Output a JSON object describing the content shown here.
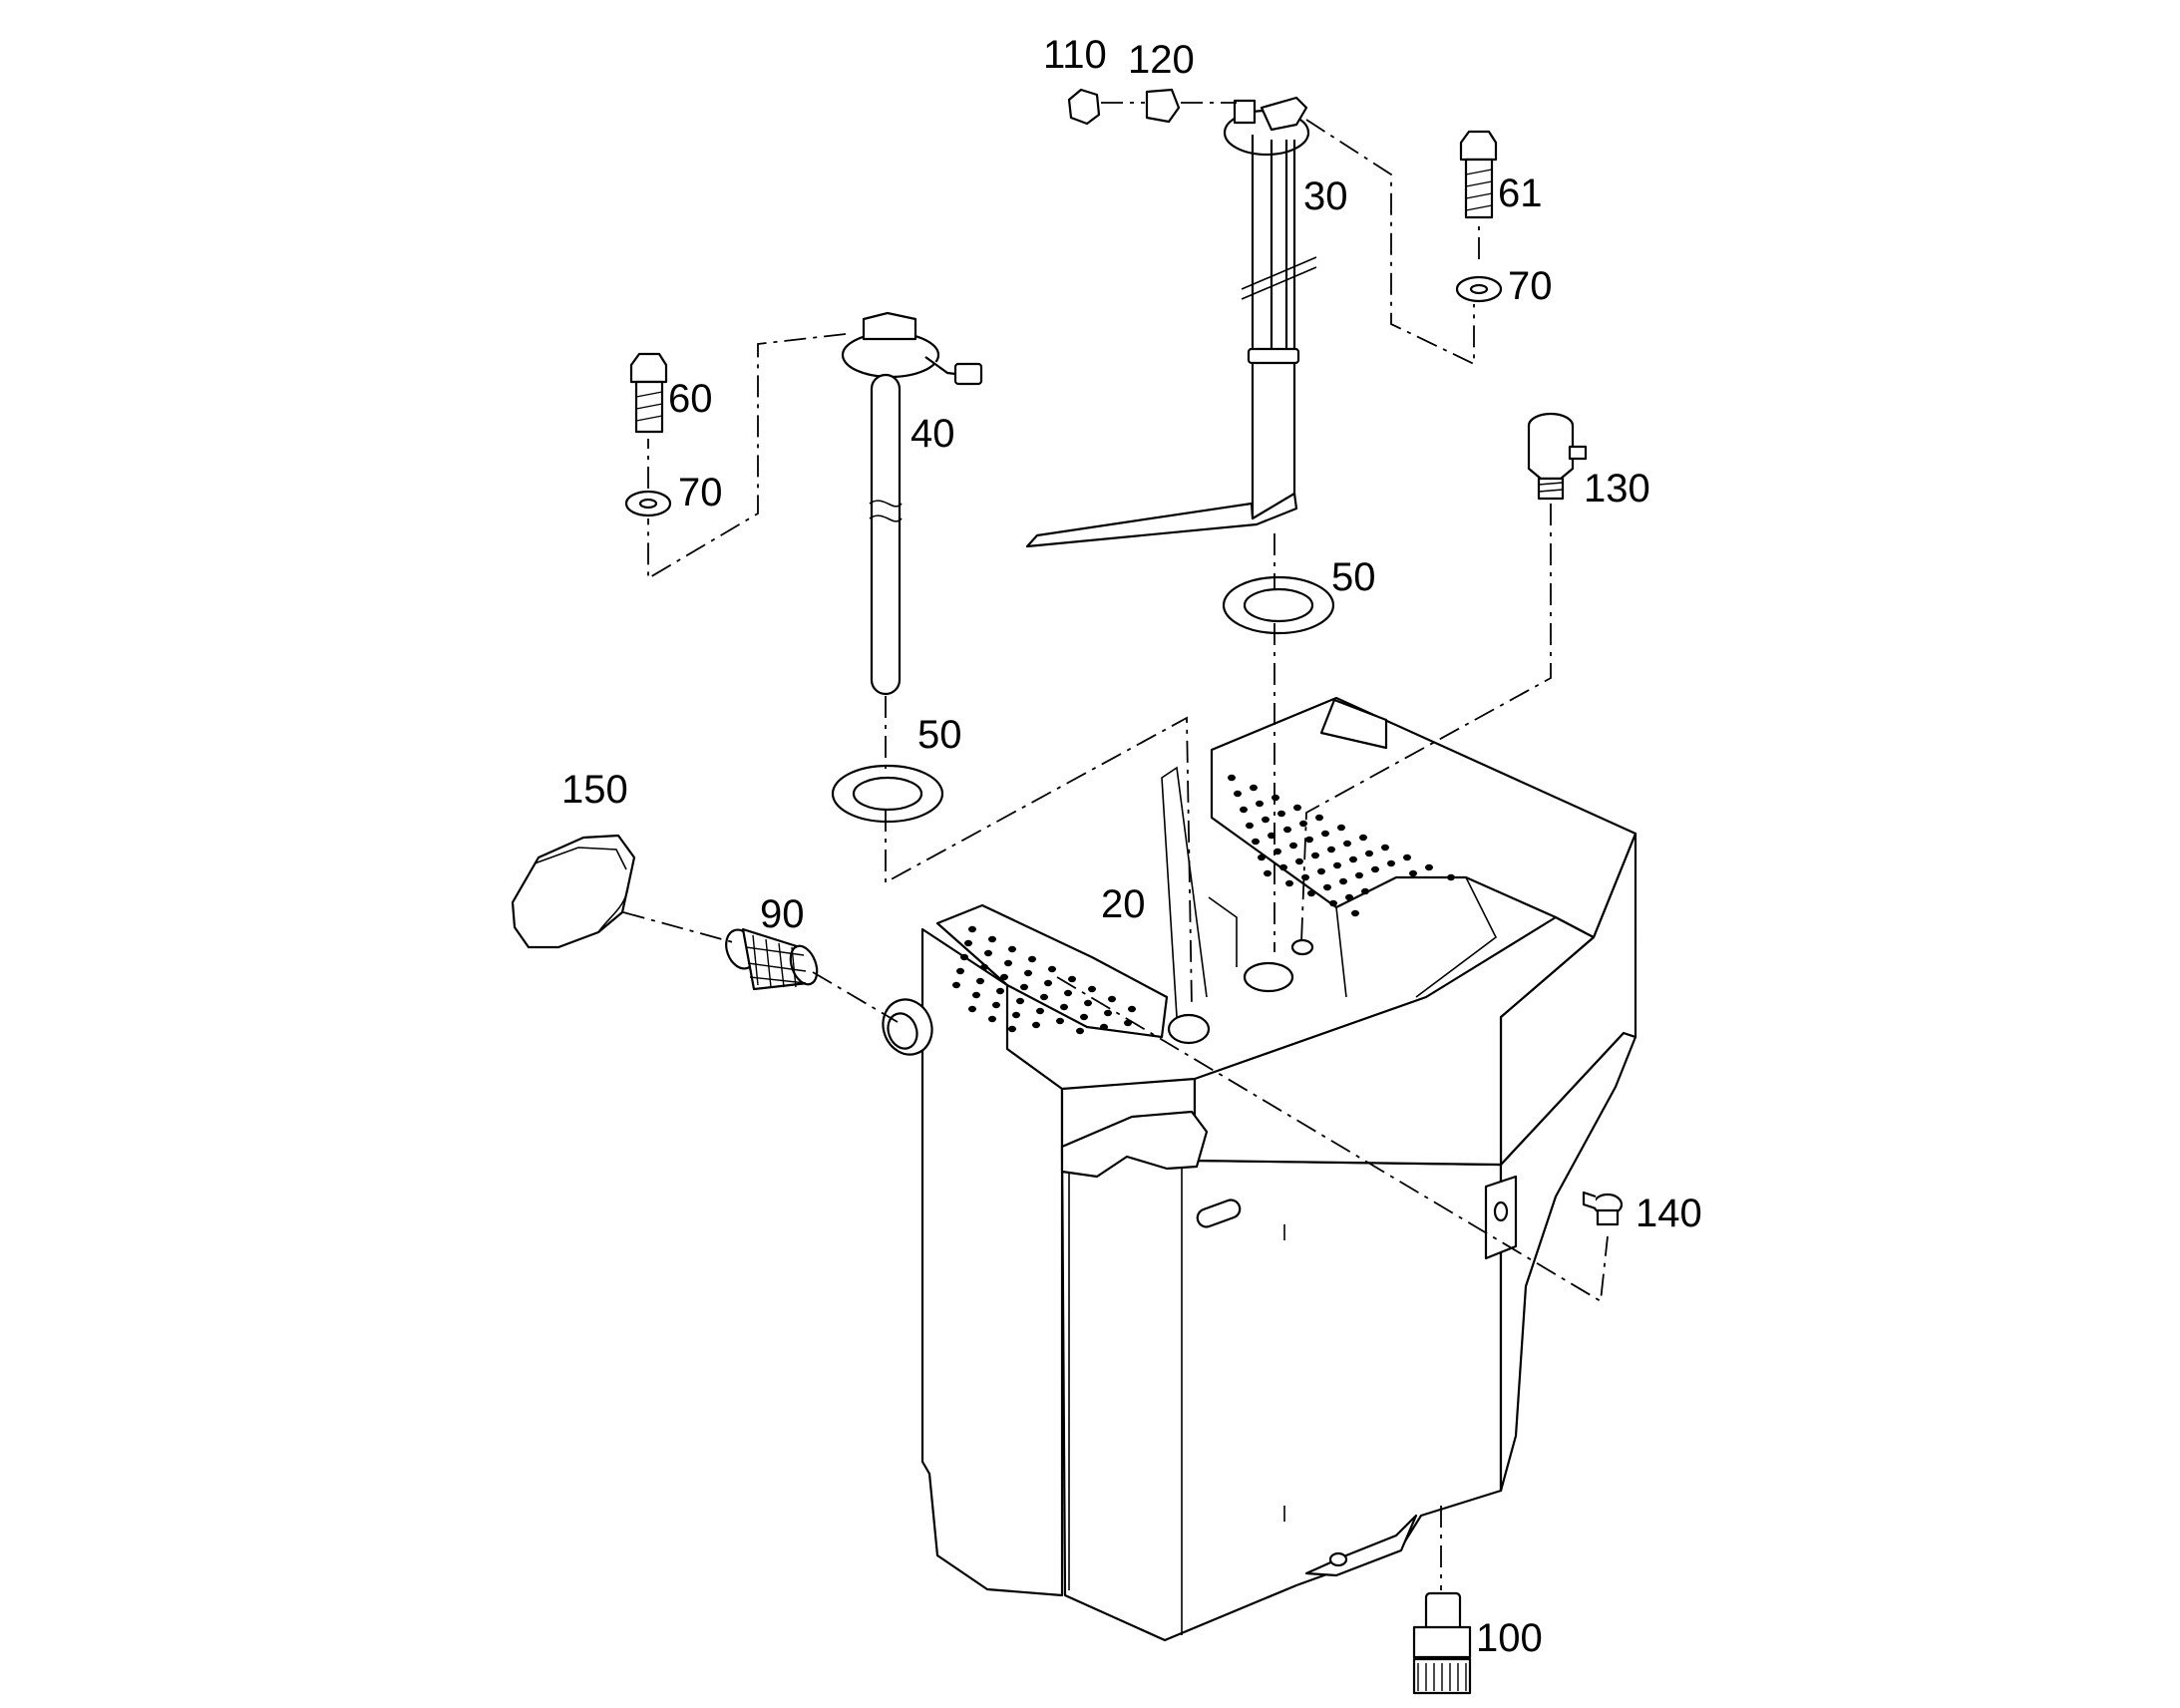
{
  "callouts": {
    "c110": "110",
    "c120": "120",
    "c30": "30",
    "c61": "61",
    "c70a": "70",
    "c60": "60",
    "c40": "40",
    "c70b": "70",
    "c130": "130",
    "c50a": "50",
    "c50b": "50",
    "c150": "150",
    "c20": "20",
    "c90": "90",
    "c140": "140",
    "c100": "100"
  }
}
